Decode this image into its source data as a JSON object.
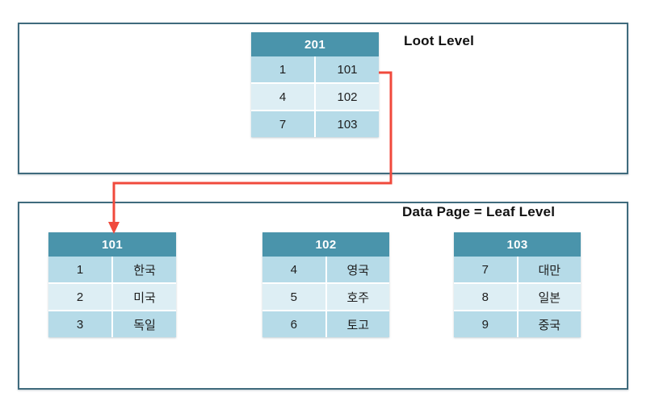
{
  "diagram": {
    "title_root": "Loot Level",
    "title_leaf": "Data Page = Leaf Level",
    "colors": {
      "header_fill": "#4a94ab",
      "row_odd": "#b6dbe8",
      "row_even": "#ddeef4",
      "frame_border": "#3f6b7d",
      "connector": "#f04a3c",
      "text": "#1d1d1d"
    },
    "root_table": {
      "header": "201",
      "rows": [
        {
          "key": "1",
          "value": "101"
        },
        {
          "key": "4",
          "value": "102"
        },
        {
          "key": "7",
          "value": "103"
        }
      ]
    },
    "leaf_tables": [
      {
        "header": "101",
        "rows": [
          {
            "key": "1",
            "value": "한국"
          },
          {
            "key": "2",
            "value": "미국"
          },
          {
            "key": "3",
            "value": "독일"
          }
        ]
      },
      {
        "header": "102",
        "rows": [
          {
            "key": "4",
            "value": "영국"
          },
          {
            "key": "5",
            "value": "호주"
          },
          {
            "key": "6",
            "value": "토고"
          }
        ]
      },
      {
        "header": "103",
        "rows": [
          {
            "key": "7",
            "value": "대만"
          },
          {
            "key": "8",
            "value": "일본"
          },
          {
            "key": "9",
            "value": "중국"
          }
        ]
      }
    ],
    "connector": {
      "from": "root-row-101",
      "to": "leaf-table-101-header"
    }
  }
}
